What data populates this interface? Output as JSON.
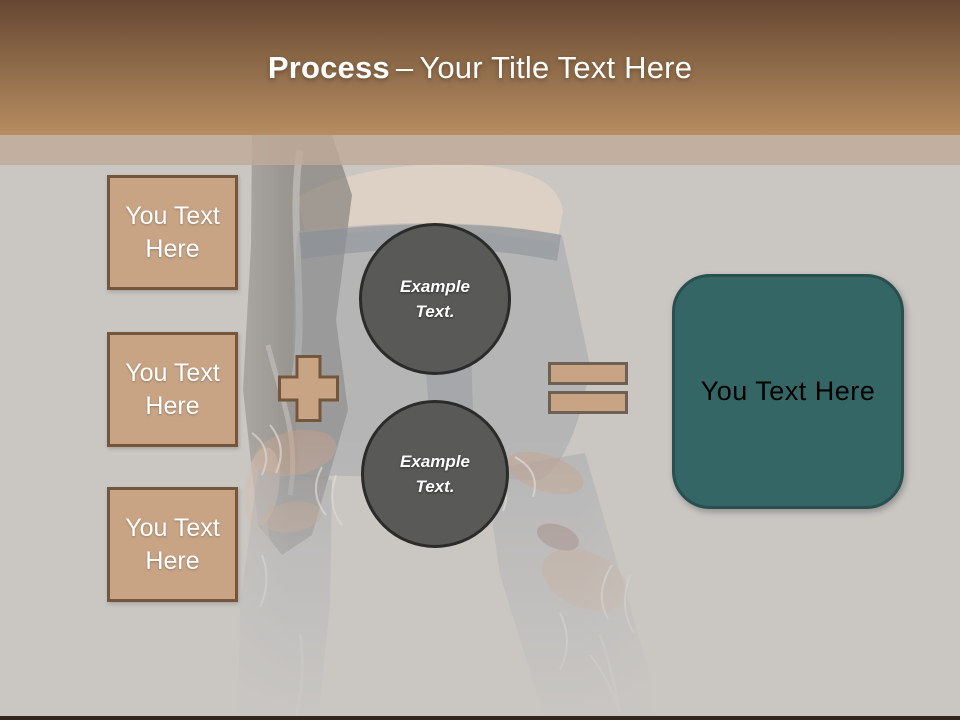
{
  "title": {
    "emphasis": "Process",
    "dash": "–",
    "rest": "Your Title Text Here"
  },
  "left_boxes": [
    {
      "label": "You Text Here"
    },
    {
      "label": "You Text Here"
    },
    {
      "label": "You Text Here"
    }
  ],
  "circles": [
    {
      "label": "Example Text."
    },
    {
      "label": "Example Text."
    }
  ],
  "result_box": {
    "label": "You Text Here"
  },
  "icons": {
    "plus": "plus-icon",
    "equals": "equals-icon"
  },
  "colors": {
    "header_gradient_top": "#664732",
    "header_gradient_bottom": "#b78c61",
    "header_band": "#bfa997",
    "body_background": "#cac7c3",
    "tan_fill": "#c8a485",
    "tan_border": "#73563b",
    "equals_border": "#6d6156",
    "circle_fill": "#595957",
    "circle_border": "#2b2b2b",
    "teal_fill": "#346666",
    "teal_border": "#294f4f",
    "title_text": "#ffffff",
    "box_text": "#ffffff",
    "result_text": "#000000",
    "bottom_bar": "#31271e"
  }
}
